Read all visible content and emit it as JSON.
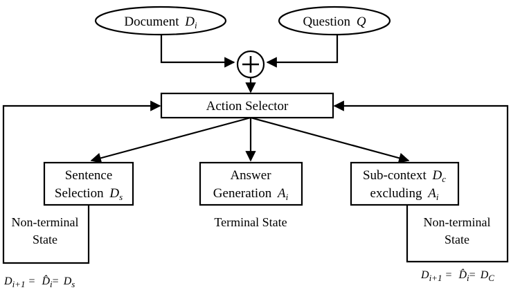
{
  "nodes": {
    "document": {
      "label": "Document",
      "var": "D",
      "sub": "i"
    },
    "question": {
      "label": "Question",
      "var": "Q"
    },
    "combine_symbol": "+",
    "action_selector": {
      "label": "Action Selector"
    },
    "sentence_selection": {
      "line1": "Sentence",
      "line2": "Selection",
      "var": "D",
      "sub": "s"
    },
    "answer_generation": {
      "line1": "Answer",
      "line2": "Generation",
      "var": "A",
      "sub": "i"
    },
    "sub_context": {
      "line1": "Sub-context",
      "var1": "D",
      "sub1": "c",
      "line2": "excluding",
      "var2": "A",
      "sub2": "i"
    }
  },
  "states": {
    "left": {
      "line1": "Non-terminal",
      "line2": "State"
    },
    "middle": {
      "label": "Terminal State"
    },
    "right": {
      "line1": "Non-terminal",
      "line2": "State"
    }
  },
  "formulas": {
    "left": {
      "lhs_var": "D",
      "lhs_sub": "i+1",
      "mid_var": "D̂",
      "mid_sub": "i",
      "rhs_var": "D",
      "rhs_sub": "s"
    },
    "right": {
      "lhs_var": "D",
      "lhs_sub": "i+1",
      "mid_var": "D̂",
      "mid_sub": "i",
      "rhs_var": "D",
      "rhs_sub": "C"
    }
  }
}
